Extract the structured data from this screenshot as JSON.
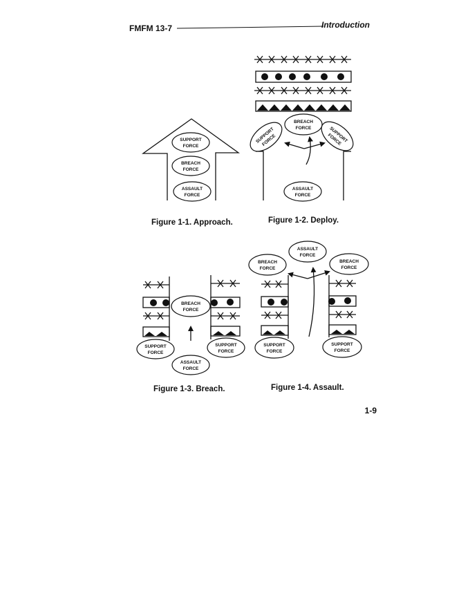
{
  "header": {
    "left": "FMFM 13-7",
    "right": "Introduction"
  },
  "page_number": "1-9",
  "labels": {
    "support": [
      "SUPPORT",
      "FORCE"
    ],
    "breach": [
      "BREACH",
      "FORCE"
    ],
    "assault": [
      "ASSAULT",
      "FORCE"
    ]
  },
  "figures": [
    {
      "caption": "Figure 1-1.  Approach."
    },
    {
      "caption": "Figure 1-2.  Deploy."
    },
    {
      "caption": "Figure 1-3.  Breach."
    },
    {
      "caption": "Figure 1-4.  Assault."
    }
  ]
}
